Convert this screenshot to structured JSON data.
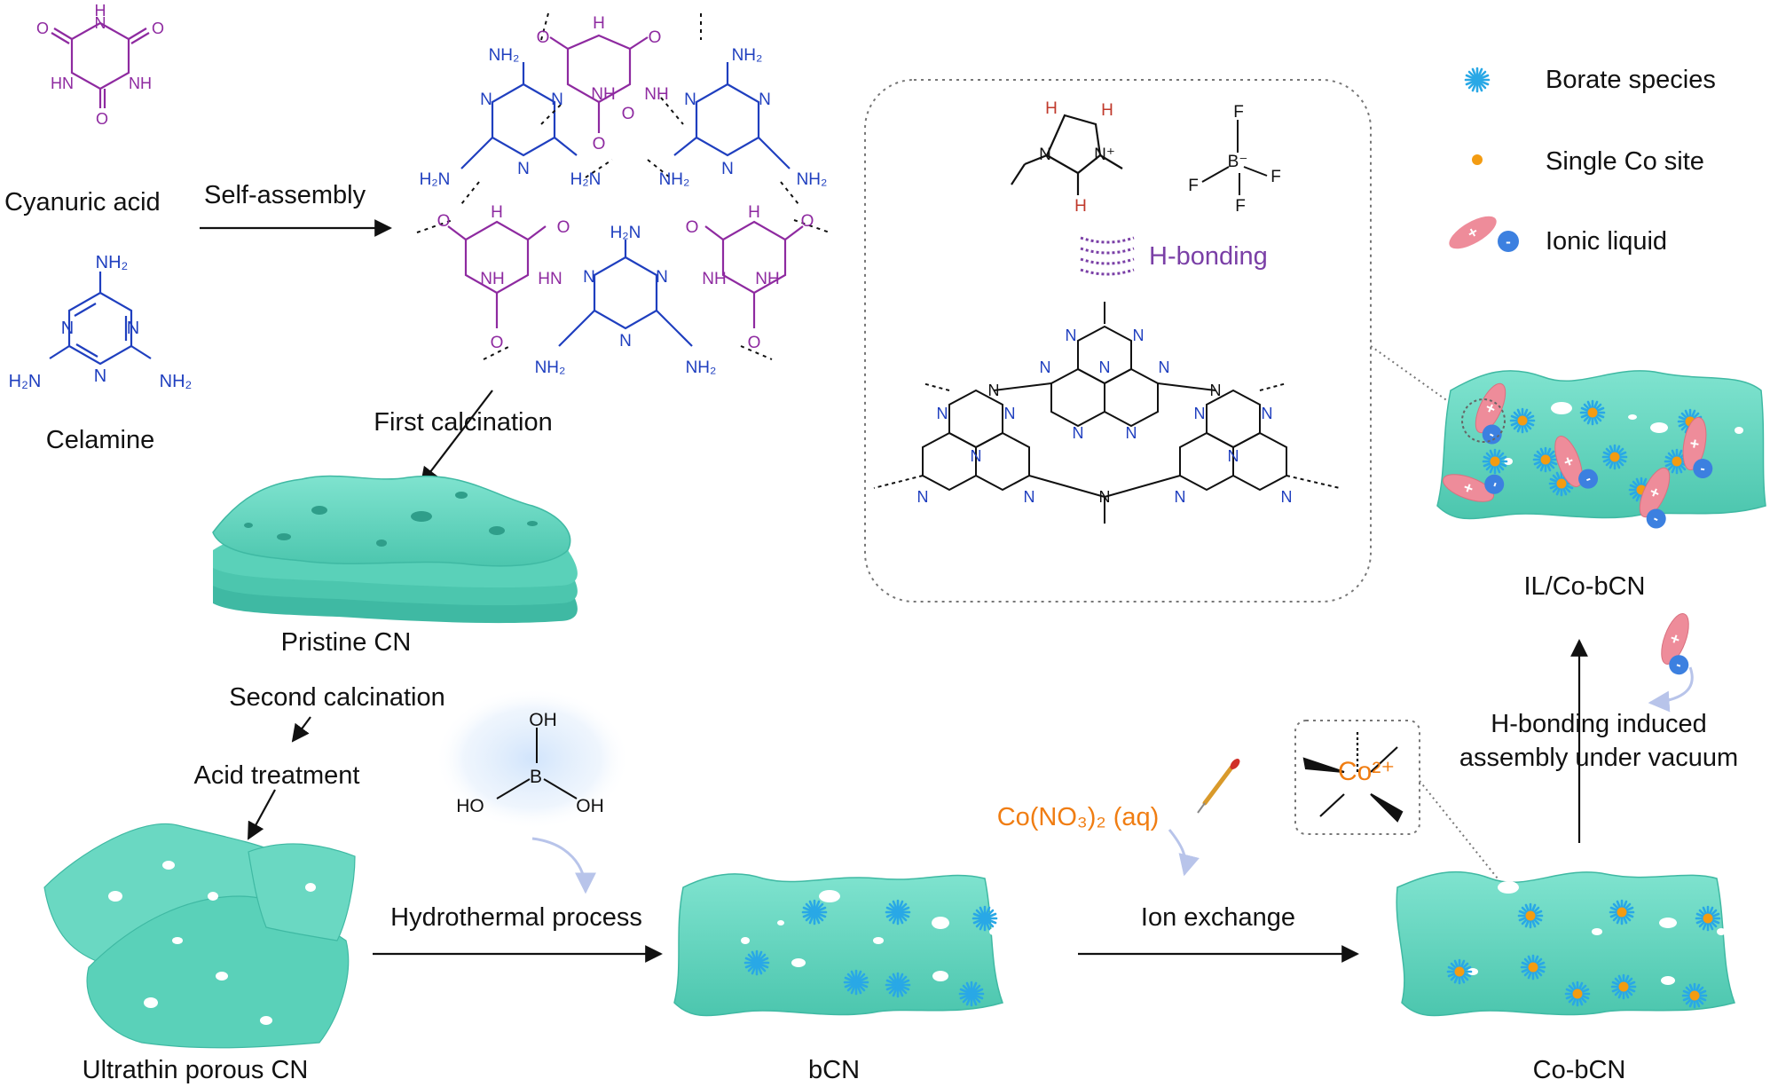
{
  "labels": {
    "cyanuric_acid": "Cyanuric acid",
    "celamine": "Celamine",
    "self_assembly": "Self-assembly",
    "first_calcination": "First calcination",
    "pristine_cn": "Pristine CN",
    "second_calcination": "Second calcination",
    "acid_treatment": "Acid treatment",
    "ultrathin_porous_cn": "Ultrathin porous CN",
    "hydrothermal_process": "Hydrothermal process",
    "bcn": "bCN",
    "cobalt_precursor": "Co(NO₃)₂ (aq)",
    "ion_exchange": "Ion exchange",
    "co_bcn": "Co-bCN",
    "h_bonding_induced_line1": "H-bonding induced",
    "h_bonding_induced_line2": "assembly under vacuum",
    "il_co_bcn": "IL/Co-bCN",
    "h_bonding": "H-bonding",
    "co2_plus": "Co²⁺"
  },
  "legend": [
    {
      "icon": "borate-species-icon",
      "label": "Borate species"
    },
    {
      "icon": "single-co-site-icon",
      "label": "Single Co site"
    },
    {
      "icon": "ionic-liquid-icon",
      "label": "Ionic liquid"
    }
  ],
  "chem_text": {
    "o": "O",
    "nh": "NH",
    "h": "H",
    "n": "N",
    "nh2": "NH₂",
    "oh": "OH",
    "ho": "HO",
    "b": "B",
    "f": "F",
    "plus": "+",
    "minus": "-"
  },
  "colors": {
    "cyanuric": "#8e2aa0",
    "melamine": "#1f3fbf",
    "sheet": "#5fd5bf",
    "sheet_dark": "#2f9e8a",
    "borate": "#29a8e6",
    "cobalt": "#f39c12",
    "il_cation": "#ee8c9a",
    "il_anion": "#3c80e0",
    "hbond": "#7a3fa6",
    "co_text": "#f07d12",
    "red_h": "#c0392b"
  }
}
